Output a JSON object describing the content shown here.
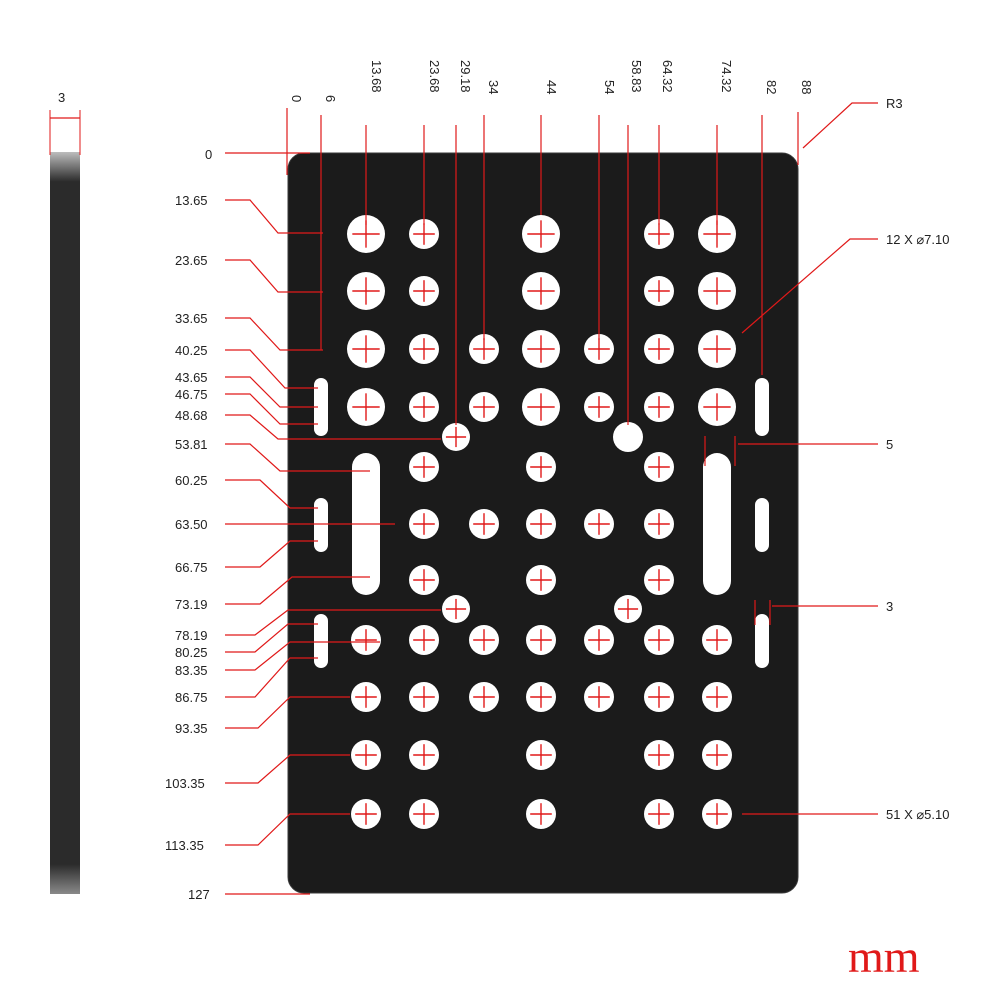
{
  "thickness": {
    "label": "3"
  },
  "top_labels": [
    "0",
    "6",
    "13.68",
    "23.68",
    "29.18",
    "34",
    "44",
    "54",
    "58.83",
    "64.32",
    "74.32",
    "82",
    "88"
  ],
  "left_labels": [
    "0",
    "13.65",
    "23.65",
    "33.65",
    "40.25",
    "43.65",
    "46.75",
    "48.68",
    "53.81",
    "60.25",
    "63.50",
    "66.75",
    "73.19",
    "78.19",
    "80.25",
    "83.35",
    "86.75",
    "93.35",
    "103.35",
    "113.35",
    "127"
  ],
  "right_labels": {
    "corner_radius": "R3",
    "large_holes": "12 X ⌀7.10",
    "slot_width": "5",
    "small_slot_width": "3",
    "small_holes": "51 X ⌀5.10"
  },
  "unit": "mm",
  "colors": {
    "plate": "#1b1b1b",
    "plate_edge": "#3a3a3a",
    "dimension": "#e01919",
    "hole": "#ffffff",
    "side_view": "#2b2b2b"
  }
}
